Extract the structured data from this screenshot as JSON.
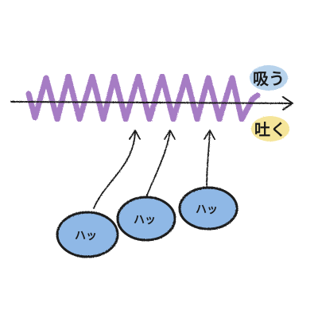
{
  "labels": {
    "inhale": "吸う",
    "exhale": "吐く"
  },
  "bubbles": [
    {
      "text": "ハッ"
    },
    {
      "text": "ハッ"
    },
    {
      "text": "ハッ"
    }
  ],
  "colors": {
    "wave": "#a67bc4",
    "inhale_bg": "#b8d3ec",
    "exhale_bg": "#f5e59a",
    "bubble_fill": "#8fb8e6",
    "ink": "#1a1a1a"
  }
}
